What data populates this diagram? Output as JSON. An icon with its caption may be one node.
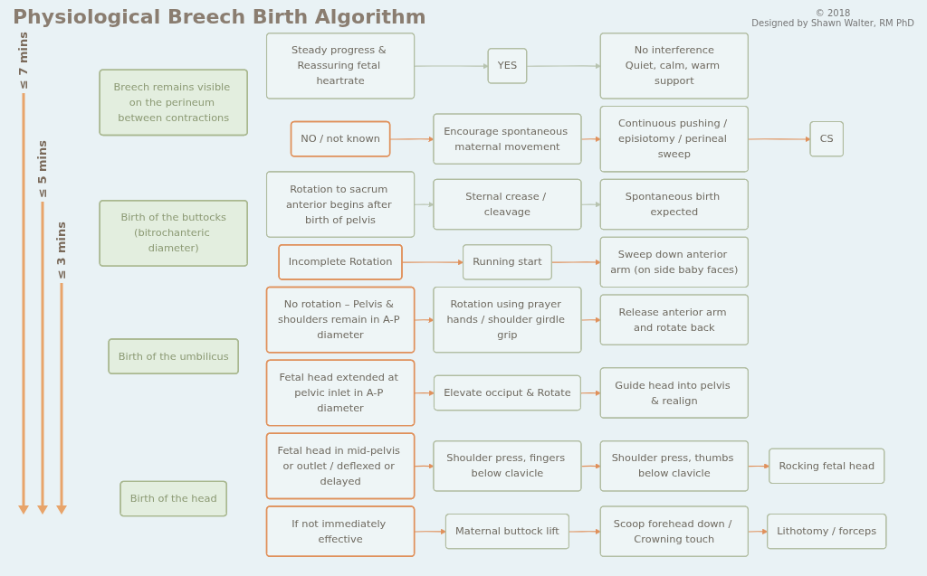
{
  "diagram": {
    "title": "Physiological Breech Birth Algorithm",
    "nodes": [
      {
        "text": [
          "Breech remains visible on the perineum between contractions"
        ]
      },
      {
        "text": [
          "Birth of the buttocks",
          "(bitrochanteric diameter)"
        ]
      },
      {
        "text": [
          "Birth of the umbilicus"
        ]
      },
      {
        "text": [
          "Birth of the head"
        ]
      },
      {
        "text": [
          "Steady progress & Reassuring fetal heartrate"
        ]
      },
      {
        "text": [
          "YES"
        ]
      },
      {
        "text": [
          "No interference",
          "Quiet, calm, warm support"
        ]
      },
      {
        "text": [
          "NO / not known"
        ]
      },
      {
        "text": [
          "Encourage spontaneous maternal movement"
        ]
      },
      {
        "text": [
          "Continuous pushing / episiotomy / perineal sweep"
        ]
      },
      {
        "text": [
          "CS"
        ]
      },
      {
        "text": [
          "Rotation to sacrum anterior begins after birth of pelvis"
        ]
      },
      {
        "text": [
          "Sternal crease / cleavage"
        ]
      },
      {
        "text": [
          "Spontaneous birth expected"
        ]
      },
      {
        "text": [
          "Incomplete Rotation"
        ]
      },
      {
        "text": [
          "Running start"
        ]
      },
      {
        "text": [
          "Sweep down anterior arm (on side baby faces)"
        ]
      },
      {
        "text": [
          "No rotation – Pelvis & shoulders remain in A-P diameter"
        ]
      },
      {
        "text": [
          "Rotation using prayer hands / shoulder girdle grip"
        ]
      },
      {
        "text": [
          "Release anterior arm and rotate back"
        ]
      },
      {
        "text": [
          "Fetal head extended at pelvic inlet in A-P diameter"
        ]
      },
      {
        "text": [
          "Elevate occiput & Rotate"
        ]
      },
      {
        "text": [
          "Guide head into pelvis & realign"
        ]
      },
      {
        "text": [
          "Fetal head in mid-pelvis or outlet / deflexed or delayed"
        ]
      },
      {
        "text": [
          "Shoulder press, fingers below clavicle"
        ]
      },
      {
        "text": [
          "Shoulder press, thumbs below clavicle"
        ]
      },
      {
        "text": [
          "Rocking fetal head"
        ]
      },
      {
        "text": [
          "If not immediately effective"
        ]
      },
      {
        "text": [
          "Maternal buttock lift"
        ]
      },
      {
        "text": [
          "Scoop forehead down / Crowning touch"
        ]
      },
      {
        "text": [
          "Lithotomy / forceps"
        ]
      }
    ],
    "edges": [
      {
        "from": 4,
        "to": 5,
        "arrow": "to",
        "color": "#b8c4b0"
      },
      {
        "from": 5,
        "to": 6,
        "arrow": "to",
        "color": "#b8c4b0"
      },
      {
        "from": 7,
        "to": 8,
        "arrow": "to"
      },
      {
        "from": 8,
        "to": 9,
        "arrow": "to"
      },
      {
        "from": 9,
        "to": 10,
        "arrow": "to"
      },
      {
        "from": 11,
        "to": 12,
        "arrow": "to",
        "color": "#b8c4b0"
      },
      {
        "from": 12,
        "to": 13,
        "arrow": "to",
        "color": "#b8c4b0"
      },
      {
        "from": 14,
        "to": 15,
        "arrow": "to"
      },
      {
        "from": 15,
        "to": 16,
        "arrow": "to"
      },
      {
        "from": 17,
        "to": 18,
        "arrow": "to"
      },
      {
        "from": 18,
        "to": 19,
        "arrow": "to"
      },
      {
        "from": 20,
        "to": 21,
        "arrow": "to"
      },
      {
        "from": 21,
        "to": 22,
        "arrow": "to"
      },
      {
        "from": 23,
        "to": 24,
        "arrow": "to"
      },
      {
        "from": 24,
        "to": 25,
        "arrow": "to"
      },
      {
        "from": 25,
        "to": 26,
        "arrow": "to"
      },
      {
        "from": 27,
        "to": 28,
        "arrow": "to"
      },
      {
        "from": 28,
        "to": 29,
        "arrow": "to"
      },
      {
        "from": 29,
        "to": 30,
        "arrow": "to"
      }
    ],
    "labels": [
      "© 2018",
      "Designed by Shawn Walter, RM PhD",
      "≤ 7 mins",
      "≤ 5 mins",
      "≤ 3 mins"
    ]
  }
}
